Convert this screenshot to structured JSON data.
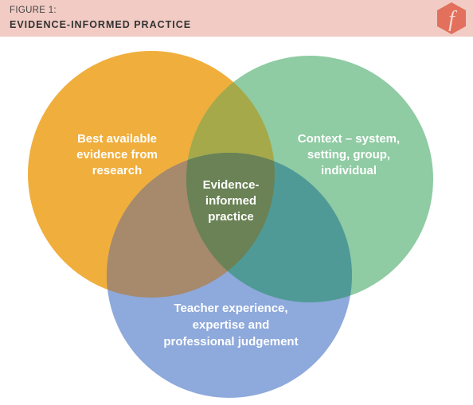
{
  "header": {
    "figure_label": "FIGURE 1:",
    "title": "EVIDENCE-INFORMED PRACTICE",
    "logo_glyph": "f",
    "logo_icon": "hexagon-f-logo-icon",
    "background_color": "#f1cbc4"
  },
  "diagram": {
    "type": "venn",
    "circles": [
      {
        "id": "research",
        "lines": [
          "Best available",
          "evidence from",
          "research"
        ],
        "color": "#f0ae3c"
      },
      {
        "id": "context",
        "lines": [
          "Context – system,",
          "setting,  group,",
          "individual"
        ],
        "color": "#8fcba3"
      },
      {
        "id": "teacher",
        "lines": [
          "Teacher experience,",
          "expertise and",
          "professional judgement"
        ],
        "color": "#8ea9db"
      }
    ],
    "center": {
      "lines": [
        "Evidence-",
        "informed",
        "practice"
      ]
    },
    "overlap_colors": {
      "research_context": "#a5a94a",
      "research_teacher": "#a7896b",
      "context_teacher": "#4f9a96",
      "center": "#6a8255"
    }
  }
}
